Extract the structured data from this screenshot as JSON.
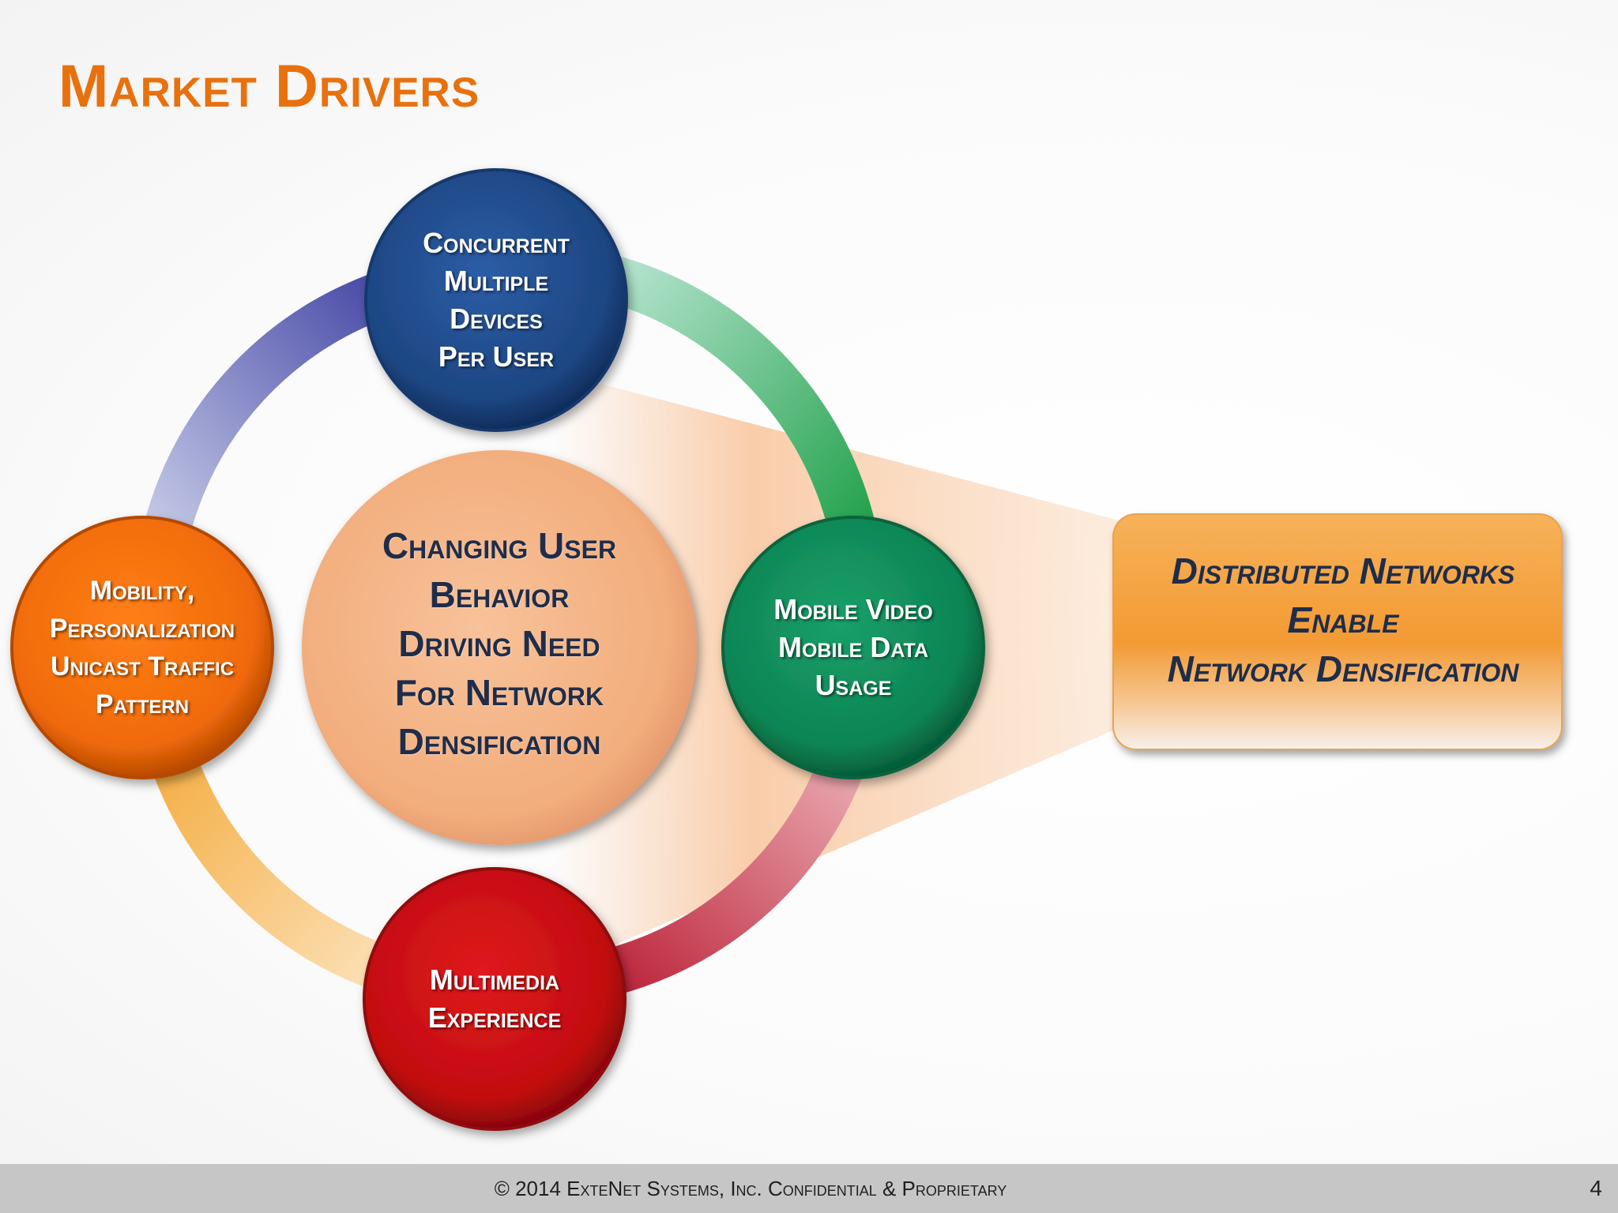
{
  "title": "Market Drivers",
  "center": {
    "text": "Changing User\nBehavior\nDriving Need\nFor Network\nDensification"
  },
  "nodes": {
    "top": "Concurrent\nMultiple\nDevices\nPer User",
    "right": "Mobile Video\nMobile Data\nUsage",
    "bottom": "Multimedia\nExperience",
    "left": "Mobility,\nPersonalization\nUnicast Traffic\nPattern"
  },
  "callout": {
    "text": "Distributed Networks\nEnable\nNetwork Densification"
  },
  "footer": {
    "text": "© 2014 ExteNet Systems, Inc. Confidential & Proprietary",
    "page_number": "4"
  },
  "colors": {
    "title": "#e8710e",
    "node_top": "#1f4b8f",
    "node_right": "#0f8a5a",
    "node_bottom": "#c90f14",
    "node_left": "#f06a0a",
    "center": "#f4b78a",
    "callout": "#f39a33",
    "footer_bar": "#c6c6c6"
  }
}
